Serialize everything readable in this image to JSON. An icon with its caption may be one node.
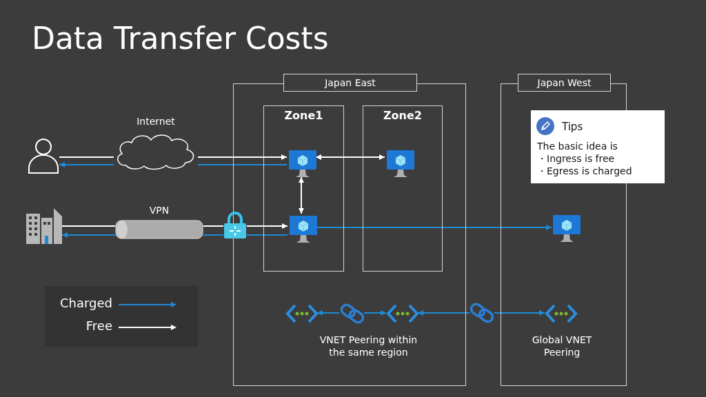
{
  "diagram": {
    "title": "Data Transfer Costs",
    "nodes": [
      {
        "text": [
          "Japan East"
        ]
      },
      {
        "text": [
          "Zone1"
        ],
        "in": 0
      },
      {
        "text": [
          "Zone2"
        ],
        "in": 0
      },
      {
        "text": [
          "Japan West"
        ]
      },
      {
        "text": [
          "Tips",
          "The basic idea is",
          "・Ingress is free",
          "・Egress is charged"
        ]
      },
      {
        "text": [],
        "shape": "person"
      },
      {
        "text": [],
        "shape": "cloud",
        "beside": [
          "Internet"
        ]
      },
      {
        "text": [],
        "shape": "building"
      },
      {
        "text": [],
        "shape": "cylinder",
        "beside": [
          "VPN"
        ]
      },
      {
        "text": [],
        "shape": "lock"
      },
      {
        "text": [],
        "shape": "monitor",
        "in": 1
      },
      {
        "text": [],
        "shape": "monitor",
        "in": 1
      },
      {
        "text": [],
        "shape": "monitor",
        "in": 2
      },
      {
        "text": [],
        "shape": "monitor",
        "in": 3
      },
      {
        "text": [],
        "shape": "network",
        "in": 0
      },
      {
        "text": [],
        "shape": "link",
        "in": 0
      },
      {
        "text": [],
        "shape": "network",
        "in": 0
      },
      {
        "text": [],
        "shape": "link"
      },
      {
        "text": [],
        "shape": "network",
        "in": 3
      }
    ],
    "edges": [
      {
        "from": 5,
        "to": 6,
        "arrow": "none",
        "color": "#ffffff"
      },
      {
        "from": 6,
        "to": 10,
        "arrow": "to",
        "color": "#ffffff"
      },
      {
        "from": 10,
        "to": 6,
        "arrow": "none"
      },
      {
        "from": 6,
        "to": 5,
        "arrow": "to"
      },
      {
        "from": 7,
        "to": 8,
        "arrow": "none",
        "color": "#ffffff"
      },
      {
        "from": 8,
        "to": 9,
        "arrow": "none",
        "color": "#ffffff"
      },
      {
        "from": 9,
        "to": 11,
        "arrow": "to",
        "color": "#ffffff"
      },
      {
        "from": 11,
        "to": 9,
        "arrow": "none"
      },
      {
        "from": 9,
        "to": 8,
        "arrow": "none"
      },
      {
        "from": 8,
        "to": 7,
        "arrow": "to"
      },
      {
        "from": 10,
        "to": 12,
        "arrow": "both",
        "color": "#ffffff"
      },
      {
        "from": 10,
        "to": 11,
        "arrow": "both",
        "color": "#ffffff"
      },
      {
        "from": 11,
        "to": 13,
        "arrow": "to"
      },
      {
        "from": 15,
        "to": 14,
        "arrow": "to"
      },
      {
        "from": 15,
        "to": 16,
        "arrow": "to"
      },
      {
        "from": 17,
        "to": 16,
        "arrow": "to"
      },
      {
        "from": 17,
        "to": 18,
        "arrow": "to"
      }
    ],
    "labels": [
      "VNET Peering within the same region",
      "Global VNET Peering"
    ],
    "legend": [
      {
        "text": "Charged"
      },
      {
        "text": "Free"
      }
    ]
  }
}
